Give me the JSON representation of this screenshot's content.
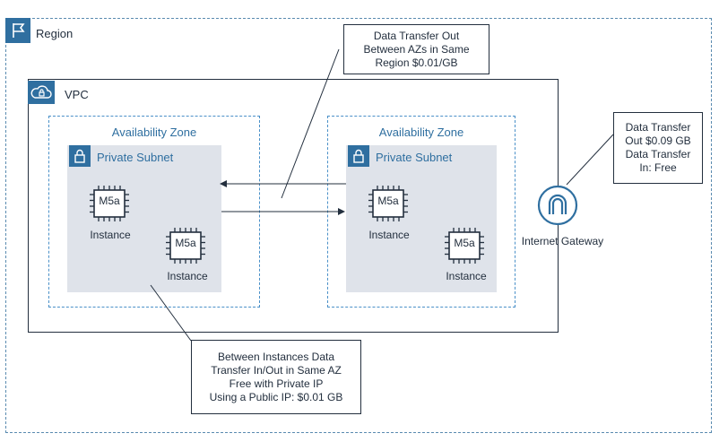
{
  "region": {
    "label": "Region"
  },
  "vpc": {
    "label": "VPC"
  },
  "zones": [
    {
      "az_label": "Availability Zone",
      "subnet_label": "Private Subnet",
      "instances": [
        {
          "chip": "M5a",
          "label": "Instance"
        },
        {
          "chip": "M5a",
          "label": "Instance"
        }
      ]
    },
    {
      "az_label": "Availability Zone",
      "subnet_label": "Private Subnet",
      "instances": [
        {
          "chip": "M5a",
          "label": "Instance"
        },
        {
          "chip": "M5a",
          "label": "Instance"
        }
      ]
    }
  ],
  "gateway": {
    "label": "Internet Gateway"
  },
  "callouts": {
    "between_azs": [
      "Data Transfer Out",
      "Between AZs in Same",
      "Region $0.01/GB"
    ],
    "internet": [
      "Data Transfer",
      "Out $0.09 GB",
      "Data Transfer",
      "In: Free"
    ],
    "same_az": [
      "Between Instances Data",
      "Transfer In/Out in Same AZ",
      "Free with Private IP",
      "Using a Public IP: $0.01 GB"
    ]
  },
  "colors": {
    "aws_blue": "#2f6fa0",
    "subnet_fill": "#dfe3ea",
    "dark": "#232f3e"
  }
}
